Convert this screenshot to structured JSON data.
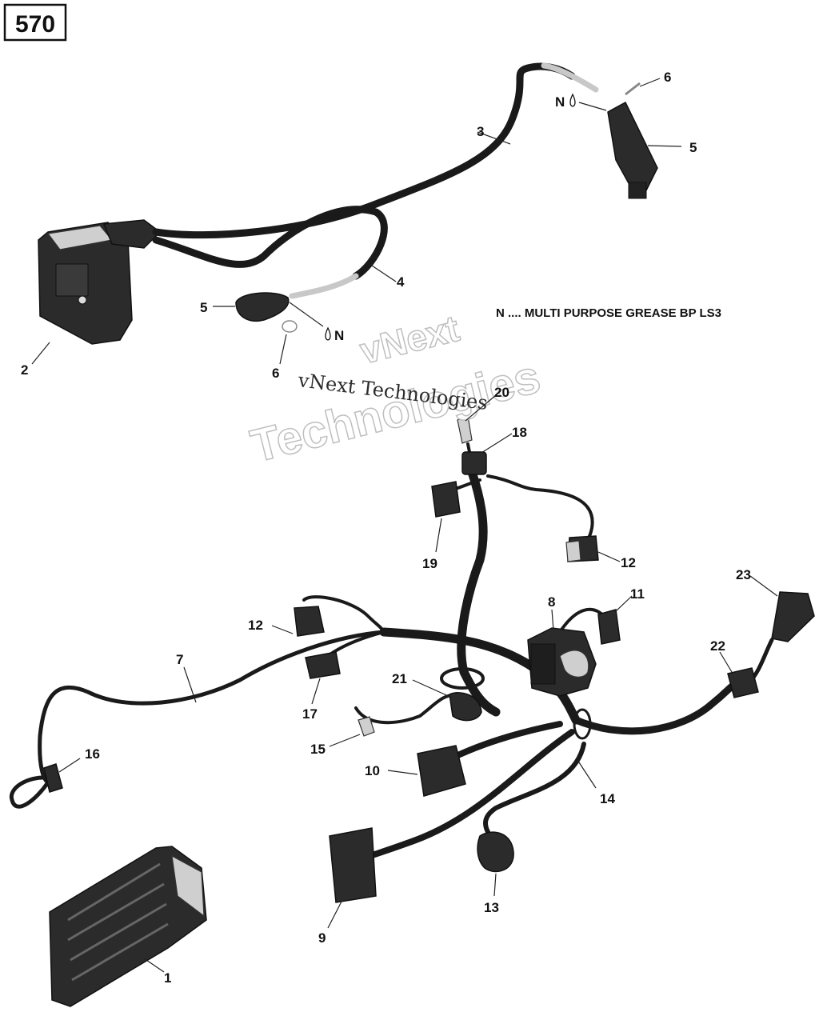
{
  "diagram_number": "570",
  "note": "N .... MULTI PURPOSE GREASE BP LS3",
  "grease_symbol": "N",
  "watermark": {
    "line1": "vNext",
    "line2": "Technologies",
    "line3": "vNext Technologies"
  },
  "callouts": [
    {
      "id": "c1",
      "text": "1"
    },
    {
      "id": "c2",
      "text": "2"
    },
    {
      "id": "c3",
      "text": "3"
    },
    {
      "id": "c4",
      "text": "4"
    },
    {
      "id": "c5a",
      "text": "5"
    },
    {
      "id": "c5b",
      "text": "5"
    },
    {
      "id": "c6a",
      "text": "6"
    },
    {
      "id": "c6b",
      "text": "6"
    },
    {
      "id": "c7",
      "text": "7"
    },
    {
      "id": "c8",
      "text": "8"
    },
    {
      "id": "c9",
      "text": "9"
    },
    {
      "id": "c10",
      "text": "10"
    },
    {
      "id": "c11",
      "text": "11"
    },
    {
      "id": "c12a",
      "text": "12"
    },
    {
      "id": "c12b",
      "text": "12"
    },
    {
      "id": "c13",
      "text": "13"
    },
    {
      "id": "c14",
      "text": "14"
    },
    {
      "id": "c15",
      "text": "15"
    },
    {
      "id": "c16",
      "text": "16"
    },
    {
      "id": "c17",
      "text": "17"
    },
    {
      "id": "c18",
      "text": "18"
    },
    {
      "id": "c19",
      "text": "19"
    },
    {
      "id": "c20",
      "text": "20"
    },
    {
      "id": "c21",
      "text": "21"
    },
    {
      "id": "c22",
      "text": "22"
    },
    {
      "id": "c23",
      "text": "23"
    }
  ]
}
